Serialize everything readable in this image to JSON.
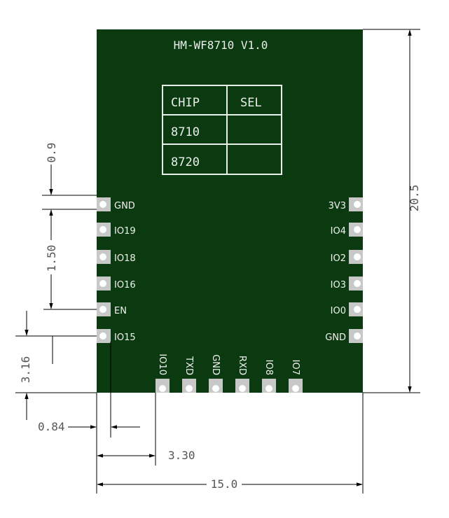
{
  "module": {
    "title": "HM-WF8710 V1.0",
    "board_color": "#0b3a10",
    "pad_color": "#c8c8c8",
    "dimension_line_color": "#000000",
    "chip_table": {
      "headers": [
        "CHIP",
        "SEL"
      ],
      "rows": [
        [
          "8710",
          ""
        ],
        [
          "8720",
          ""
        ]
      ]
    },
    "left_pins": [
      "GND",
      "IO19",
      "IO18",
      "IO16",
      "EN",
      "IO15"
    ],
    "right_pins": [
      "3V3",
      "IO4",
      "IO2",
      "IO3",
      "IO0",
      "GND"
    ],
    "bottom_pins": [
      "IO10",
      "TXD",
      "GND",
      "RXD",
      "IO8",
      "IO7"
    ]
  },
  "dimensions": {
    "height": "20.5",
    "width": "15.0",
    "top_to_first_pin": "0.9",
    "pin_pitch": "1.50",
    "pin_to_bottom_edge": "3.16",
    "pad_offset": "0.84",
    "edge_to_bottom_pad": "3.30"
  }
}
